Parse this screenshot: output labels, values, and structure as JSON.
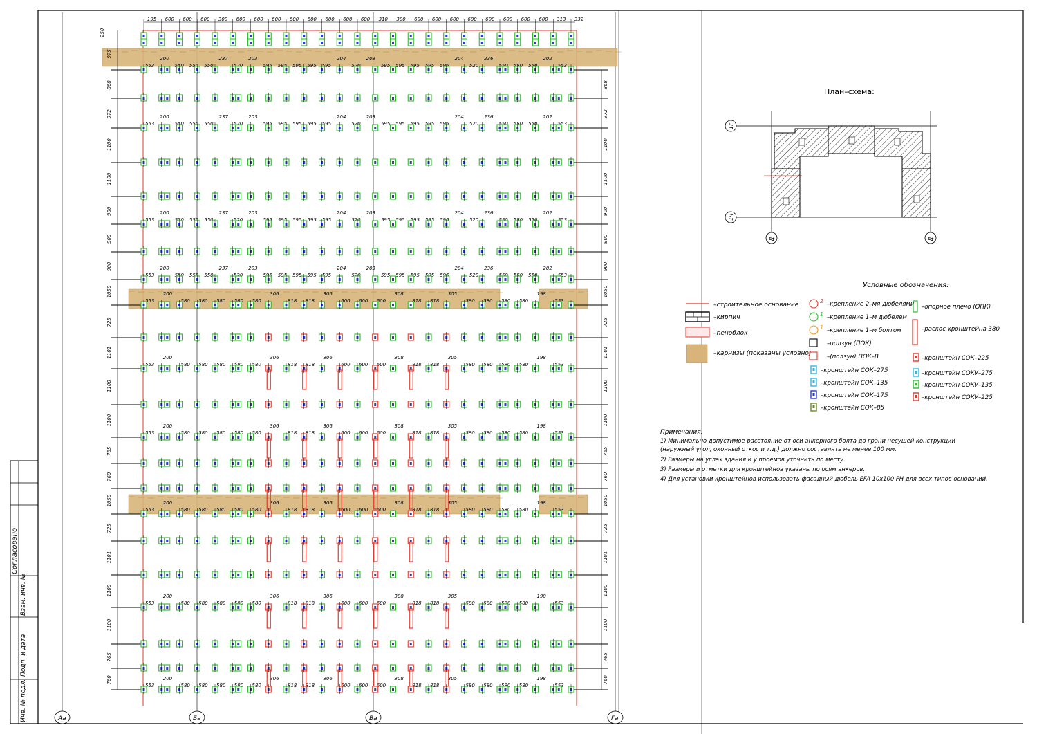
{
  "drawing": {
    "axes": [
      "Аа",
      "Ба",
      "Ва",
      "Га"
    ],
    "top_dims": [
      "195",
      "600",
      "600",
      "600",
      "300",
      "600",
      "600",
      "600",
      "600",
      "600",
      "600",
      "600",
      "600",
      "310",
      "300",
      "600",
      "600",
      "600",
      "600",
      "600",
      "600",
      "600",
      "600",
      "313",
      "332"
    ],
    "left_dims": [
      "250",
      "975",
      "868",
      "972",
      "1100",
      "1100",
      "900",
      "900",
      "900",
      "1050",
      "725",
      "1101",
      "1100",
      "1100",
      "765",
      "760",
      "1050",
      "725",
      "1101",
      "1100",
      "1100",
      "765",
      "760"
    ],
    "right_dims": [
      "868",
      "972",
      "1100",
      "1100",
      "900",
      "900",
      "900",
      "1050",
      "725",
      "1101",
      "1100",
      "1100",
      "765",
      "760",
      "1050",
      "725",
      "1101",
      "1100",
      "1100",
      "765",
      "760"
    ],
    "row_dims_type_a": [
      "553",
      "200",
      "550",
      "550",
      "550",
      "237",
      "520",
      "203",
      "595",
      "595",
      "595",
      "595",
      "595",
      "204",
      "520",
      "203",
      "595",
      "595",
      "595",
      "595",
      "595",
      "204",
      "520",
      "236",
      "550",
      "550",
      "550",
      "202",
      "553"
    ],
    "row_dims_type_b": [
      "553",
      "200",
      "580",
      "580",
      "580",
      "580",
      "580",
      "306",
      "818",
      "818",
      "306",
      "600",
      "600",
      "600",
      "308",
      "818",
      "818",
      "305",
      "580",
      "580",
      "580",
      "580",
      "198",
      "553"
    ]
  },
  "plan": {
    "title": "План–схема:",
    "axis_labels": [
      "1г",
      "1ч",
      "Д",
      "Д"
    ]
  },
  "legend": {
    "title": "Условные обозначения:",
    "col1": [
      "–строительное основание",
      "–кирпич",
      "–пеноблок",
      "–карнизы (показаны условно)"
    ],
    "col2": [
      {
        "num": "2",
        "text": "–крепление 2–мя дюбелями",
        "color": "#e8362a"
      },
      {
        "num": "1",
        "text": "–крепление 1–м дюбелем",
        "color": "#2dbd2d"
      },
      {
        "num": "1",
        "text": "–крепление 1–м болтом",
        "color": "#e89a20"
      },
      {
        "num": "",
        "text": "–ползун (ПОК)",
        "color": "#000000"
      },
      {
        "num": "",
        "text": "–(ползун) ПОК–В",
        "color": "#e8362a"
      },
      {
        "num": "",
        "text": "–кронштейн СОК–275",
        "color": "#30b6e8"
      },
      {
        "num": "",
        "text": "–кронштейн СОК–135",
        "color": "#30b6e8"
      },
      {
        "num": "",
        "text": "–кронштейн СОК–175",
        "color": "#2a3ad6"
      },
      {
        "num": "",
        "text": "–кронштейн СОК–85",
        "color": "#6a8a22"
      }
    ],
    "col3": [
      {
        "text": "–опорное плечо (ОПК)",
        "color": "#2dbd2d"
      },
      {
        "text": "–раскос кронштейна 380",
        "color": "#e8362a"
      },
      {
        "text": "–кронштейн СОК–225",
        "color": "#e8362a"
      },
      {
        "text": "–кронштейн СОКУ–275",
        "color": "#30b6e8"
      },
      {
        "text": "–кронштейн СОКУ–135",
        "color": "#2dbd2d"
      },
      {
        "text": "–кронштейн СОКУ–225",
        "color": "#e8362a"
      }
    ]
  },
  "notes": {
    "title": "Примечания:",
    "lines": [
      "1) Минимально допустимое расстояние от оси анкерного болта до грани несущей конструкции",
      " (наружный угол, оконный откос и т.д.) должно  составлять не менее 100 мм.",
      "2) Размеры на углах здания и у проемов уточнить по месту.",
      "3) Размеры и отметки для кронштейнов указаны по осям анкеров.",
      "4) Для установки кронштейнов использовать фасадный дюбель EFA 10x100 FH для всех типов оснований."
    ]
  },
  "stamp": {
    "labels": [
      "Согласовано",
      "Взам. инв. №",
      "Подп. и дата",
      "Инв. № подл."
    ]
  },
  "colors": {
    "base_line": "#e8362a",
    "cornice": "#d8b47a",
    "bracket_green": "#2dbd2d",
    "bracket_blue": "#2a3ad6",
    "bracket_cyan": "#30b6e8",
    "bracket_red": "#e8362a"
  }
}
